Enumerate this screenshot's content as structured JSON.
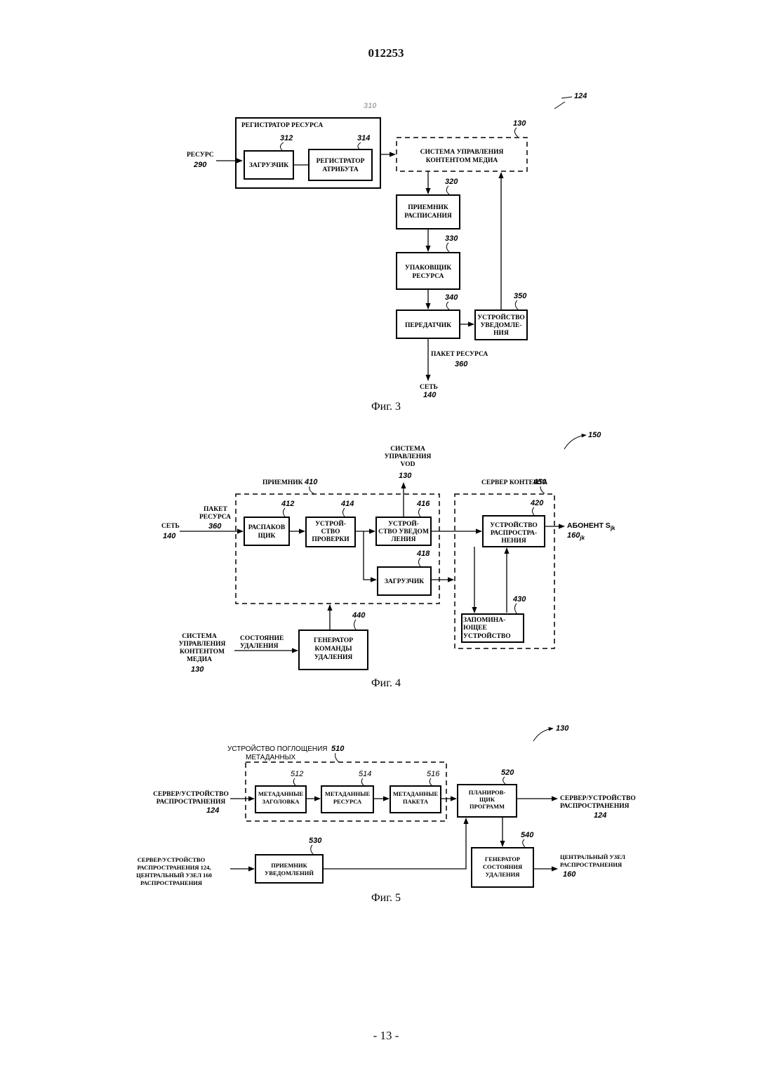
{
  "page": {
    "document_number": "012253",
    "page_number": "- 13 -"
  },
  "fig3": {
    "caption": "Фиг. 3",
    "ref": "124",
    "registrar": {
      "label": "РЕГИСТРАТОР РЕСУРСА",
      "num": "310"
    },
    "resource_in": {
      "label": "РЕСУРС",
      "num": "290"
    },
    "loader": {
      "label": "ЗАГРУЗЧИК",
      "num": "312"
    },
    "attr_registrar": {
      "label1": "РЕГИСТРАТОР",
      "label2": "АТРИБУТА",
      "num": "314"
    },
    "cms": {
      "label1": "СИСТЕМА УПРАВЛЕНИЯ",
      "label2": "КОНТЕНТОМ МЕДИА",
      "num": "130"
    },
    "schedule_receiver": {
      "label1": "ПРИЕМНИК",
      "label2": "РАСПИСАНИЯ",
      "num": "320"
    },
    "packer": {
      "label1": "УПАКОВЩИК",
      "label2": "РЕСУРСА",
      "num": "330"
    },
    "transmitter": {
      "label": "ПЕРЕДАТЧИК",
      "num": "340"
    },
    "notifier": {
      "label1": "УСТРОЙСТВО",
      "label2": "УВЕДОМЛЕ-",
      "label3": "НИЯ",
      "num": "350"
    },
    "packet": {
      "label": "ПАКЕТ РЕСУРСА",
      "num": "360"
    },
    "network": {
      "label": "СЕТЬ",
      "num": "140"
    }
  },
  "fig4": {
    "caption": "Фиг. 4",
    "ref": "150",
    "vod": {
      "label1": "СИСТЕМА",
      "label2": "УПРАВЛЕНИЯ",
      "label3": "VOD",
      "num": "130"
    },
    "receiver": {
      "label": "ПРИЕМНИК",
      "num": "410"
    },
    "content_server": {
      "label": "СЕРВЕР КОНТЕНТА",
      "num": "450"
    },
    "packet_in": {
      "label1": "ПАКЕТ",
      "label2": "РЕСУРСА",
      "num": "360"
    },
    "network_in": {
      "label": "СЕТЬ",
      "num": "140"
    },
    "unpacker": {
      "label1": "РАСПАКОВ",
      "label2": "ЩИК",
      "num": "412"
    },
    "checker": {
      "label1": "УСТРОЙ-",
      "label2": "СТВО",
      "label3": "ПРОВЕРКИ",
      "num": "414"
    },
    "notifier": {
      "label1": "УСТРОЙ-",
      "label2": "СТВО УВЕДОМ",
      "label3": "ЛЕНИЯ",
      "num": "416"
    },
    "loader": {
      "label": "ЗАГРУЗЧИК",
      "num": "418"
    },
    "distributor": {
      "label1": "УСТРОЙСТВО",
      "label2": "РАСПРОСТРА-",
      "label3": "НЕНИЯ",
      "num": "420"
    },
    "storage": {
      "label1": "ЗАПОМИНА-",
      "label2": "ЮЩЕЕ",
      "label3": "УСТРОЙСТВО",
      "num": "430"
    },
    "subscriber": {
      "label": "АБОНЕНТ S",
      "sub": "jk",
      "num": "160",
      "num_sub": "jk"
    },
    "del_gen": {
      "label1": "ГЕНЕРАТОР",
      "label2": "КОМАНДЫ",
      "label3": "УДАЛЕНИЯ",
      "num": "440"
    },
    "cms_in": {
      "label1": "СИСТЕМА",
      "label2": "УПРАВЛЕНИЯ",
      "label3": "КОНТЕНТОМ",
      "label4": "МЕДИА",
      "num": "130"
    },
    "del_state": {
      "label1": "СОСТОЯНИЕ",
      "label2": "УДАЛЕНИЯ"
    }
  },
  "fig5": {
    "caption": "Фиг. 5",
    "ref": "130",
    "absorber": {
      "label1": "УСТРОЙСТВО ПОГЛОЩЕНИЯ",
      "label2": "МЕТАДАННЫХ",
      "num": "510"
    },
    "server_in": {
      "label1": "СЕРВЕР/УСТРОЙСТВО",
      "label2": "РАСПРОСТРАНЕНИЯ",
      "num": "124"
    },
    "header_meta": {
      "label1": "МЕТАДАННЫЕ",
      "label2": "ЗАГОЛОВКА",
      "num": "512"
    },
    "resource_meta": {
      "label1": "МЕТАДАННЫЕ",
      "label2": "РЕСУРСА",
      "num": "514"
    },
    "packet_meta": {
      "label1": "МЕТАДАННЫЕ",
      "label2": "ПАКЕТА",
      "num": "516"
    },
    "scheduler": {
      "label1": "ПЛАНИРОВ-",
      "label2": "ЩИК",
      "label3": "ПРОГРАММ",
      "num": "520"
    },
    "server_out": {
      "label1": "СЕРВЕР/УСТРОЙСТВО",
      "label2": "РАСПРОСТРАНЕНИЯ",
      "num": "124"
    },
    "notif_receiver": {
      "label1": "ПРИЕМНИК",
      "label2": "УВЕДОМЛЕНИЙ",
      "num": "530"
    },
    "src_bottom": {
      "label1": "СЕРВЕР/УСТРОЙСТВО",
      "label2": "РАСПРОСТРАНЕНИЯ 124,",
      "label3": "ЦЕНТРАЛЬНЫЙ УЗЕЛ 160",
      "label4": "РАСПРОСТРАНЕНИЯ"
    },
    "del_state_gen": {
      "label1": "ГЕНЕРАТОР",
      "label2": "СОСТОЯНИЯ",
      "label3": "УДАЛЕНИЯ",
      "num": "540"
    },
    "central_out": {
      "label1": "ЦЕНТРАЛЬНЫЙ УЗЕЛ",
      "label2": "РАСПРОСТРАНЕНИЯ",
      "num": "160"
    }
  }
}
